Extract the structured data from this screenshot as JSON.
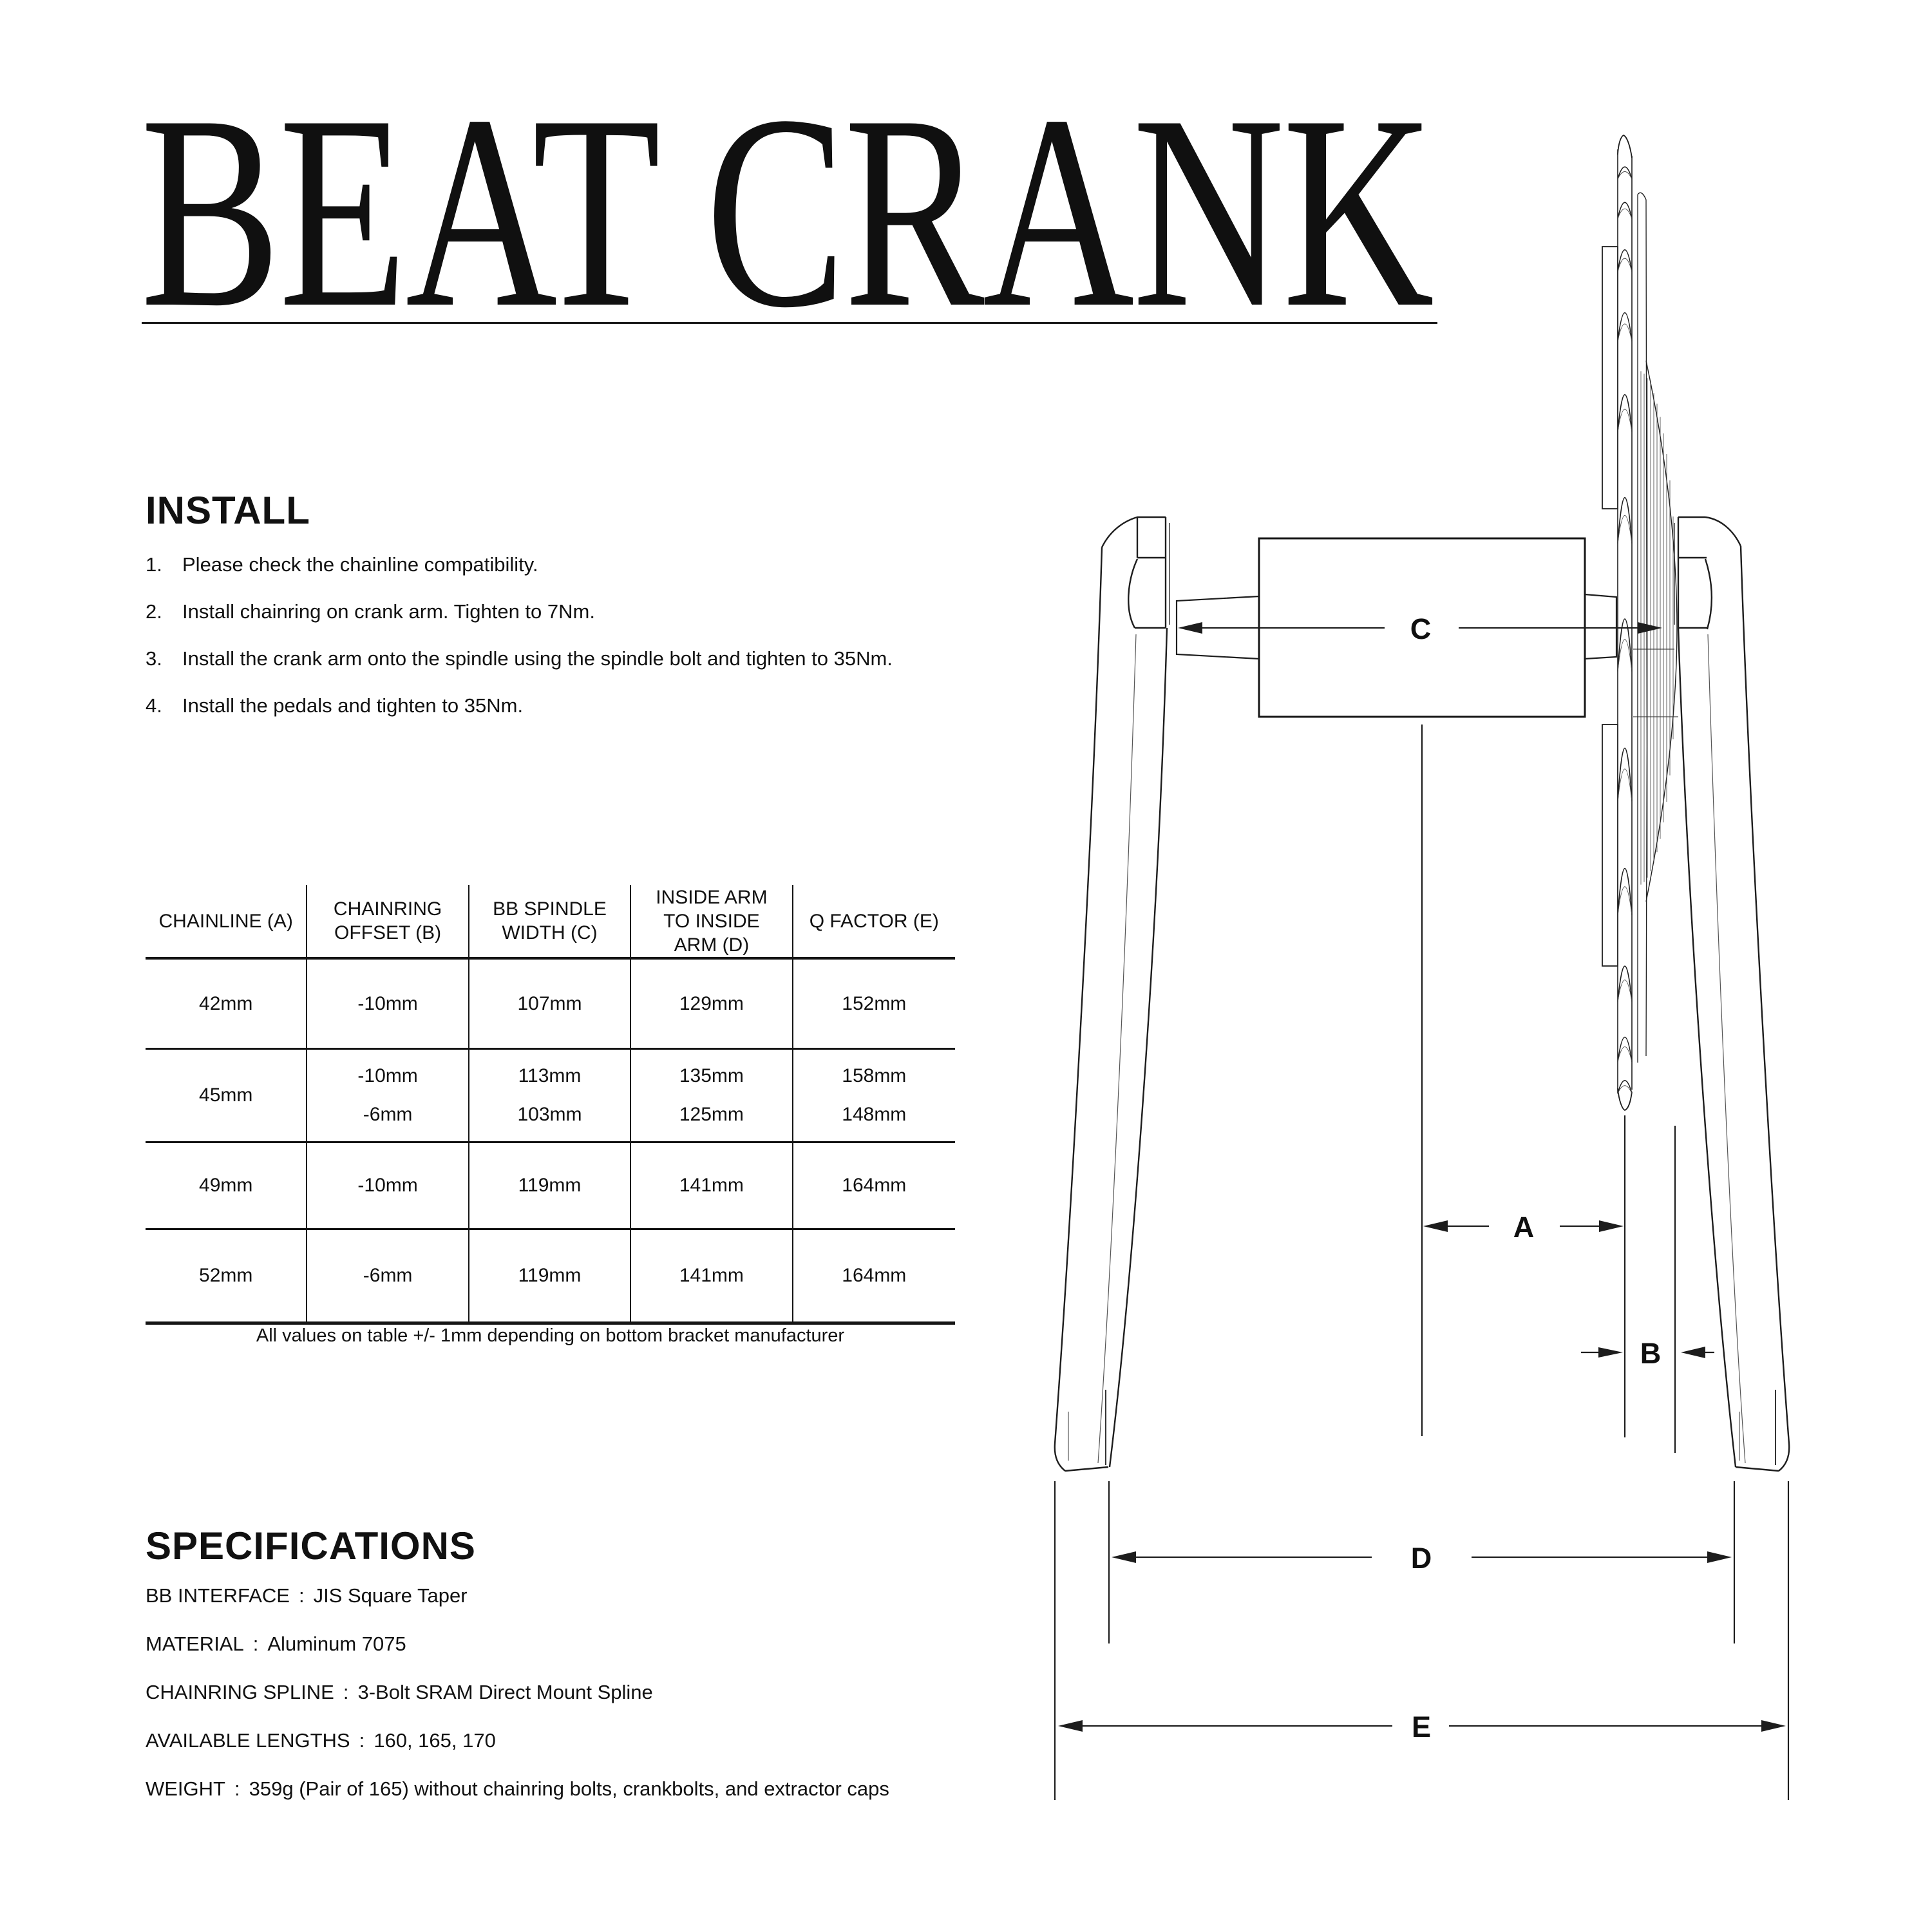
{
  "title": "BEAT CRANK",
  "install": {
    "heading": "INSTALL",
    "steps": [
      {
        "num": "1.",
        "text": "Please check the chainline compatibility."
      },
      {
        "num": "2.",
        "text": "Install chainring on crank arm. Tighten to 7Nm."
      },
      {
        "num": "3.",
        "text": "Install the crank arm onto the spindle using the spindle bolt and tighten to 35Nm."
      },
      {
        "num": "4.",
        "text": "Install the pedals and tighten to 35Nm."
      }
    ]
  },
  "table": {
    "headers": [
      "CHAINLINE (A)",
      "CHAINRING OFFSET (B)",
      "BB SPINDLE WIDTH (C)",
      "INSIDE ARM TO INSIDE ARM (D)",
      "Q FACTOR (E)"
    ],
    "rows": [
      [
        [
          "42mm"
        ],
        [
          "-10mm"
        ],
        [
          "107mm"
        ],
        [
          "129mm"
        ],
        [
          "152mm"
        ]
      ],
      [
        [
          "45mm"
        ],
        [
          "-10mm",
          "-6mm"
        ],
        [
          "113mm",
          "103mm"
        ],
        [
          "135mm",
          "125mm"
        ],
        [
          "158mm",
          "148mm"
        ]
      ],
      [
        [
          "49mm"
        ],
        [
          "-10mm"
        ],
        [
          "119mm"
        ],
        [
          "141mm"
        ],
        [
          "164mm"
        ]
      ],
      [
        [
          "52mm"
        ],
        [
          "-6mm"
        ],
        [
          "119mm"
        ],
        [
          "141mm"
        ],
        [
          "164mm"
        ]
      ]
    ],
    "note": "All values on table +/- 1mm depending on bottom bracket manufacturer"
  },
  "specs": {
    "heading": "SPECIFICATIONS",
    "separator": ":",
    "items": [
      {
        "label": "BB INTERFACE",
        "value": "JIS Square Taper"
      },
      {
        "label": "MATERIAL",
        "value": "Aluminum 7075"
      },
      {
        "label": "CHAINRING SPLINE",
        "value": "3-Bolt SRAM Direct Mount Spline"
      },
      {
        "label": "AVAILABLE LENGTHS",
        "value": "160, 165, 170"
      },
      {
        "label": "WEIGHT",
        "value": "359g (Pair of 165) without chainring bolts, crankbolts, and extractor caps"
      }
    ]
  },
  "diagram": {
    "labels": {
      "a": "A",
      "b": "B",
      "c": "C",
      "d": "D",
      "e": "E"
    }
  },
  "colors": {
    "paper": "#ffffff",
    "ink": "#111111",
    "line": "#1d1d1d"
  }
}
